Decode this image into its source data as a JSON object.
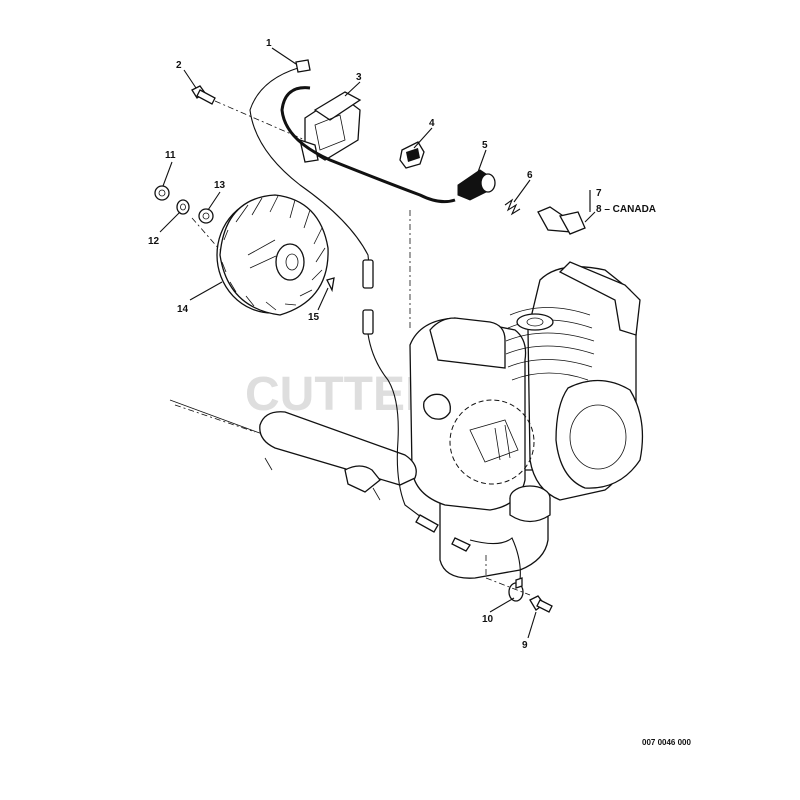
{
  "watermark": "CUTTERO",
  "drawing_code": "007 0046 000",
  "callouts": [
    {
      "id": "1",
      "label": "1"
    },
    {
      "id": "2",
      "label": "2"
    },
    {
      "id": "3",
      "label": "3"
    },
    {
      "id": "4",
      "label": "4"
    },
    {
      "id": "5",
      "label": "5"
    },
    {
      "id": "6",
      "label": "6"
    },
    {
      "id": "7",
      "label": "7"
    },
    {
      "id": "8",
      "label": "8 – CANADA"
    },
    {
      "id": "9",
      "label": "9"
    },
    {
      "id": "10",
      "label": "10"
    },
    {
      "id": "11",
      "label": "11"
    },
    {
      "id": "12",
      "label": "12"
    },
    {
      "id": "13",
      "label": "13"
    },
    {
      "id": "14",
      "label": "14"
    },
    {
      "id": "15",
      "label": "15"
    }
  ]
}
